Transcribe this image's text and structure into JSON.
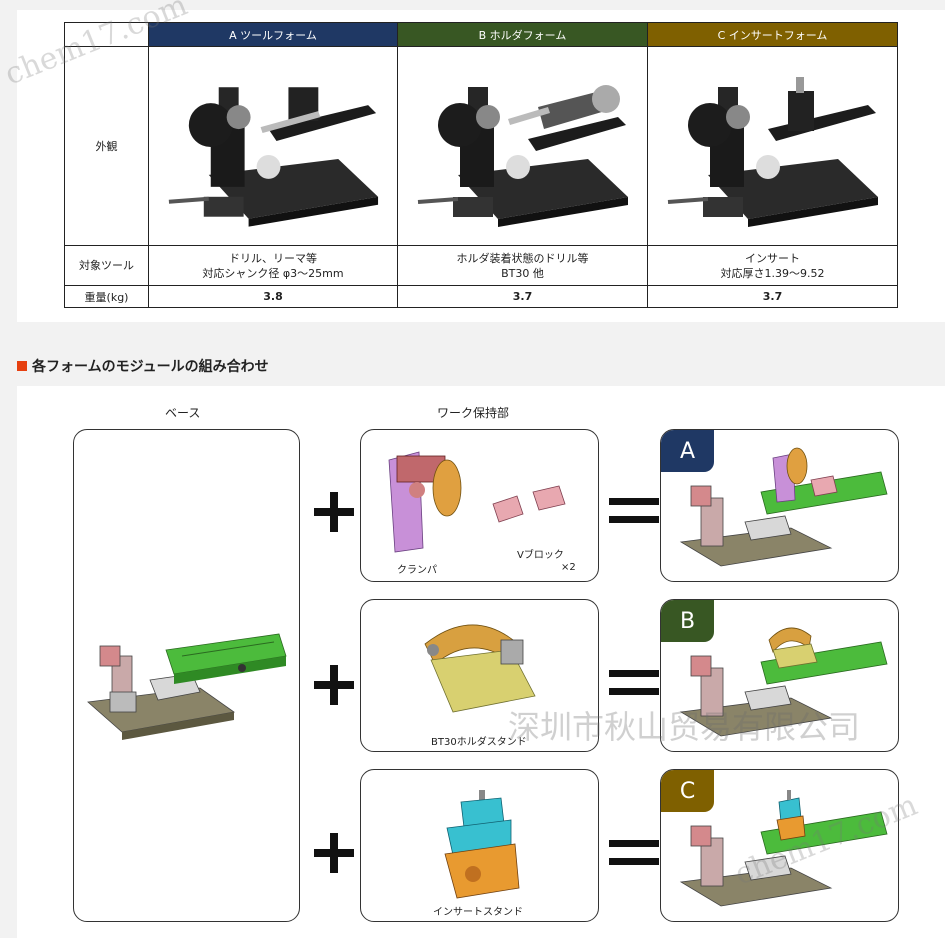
{
  "spec_table": {
    "headers": [
      "A ツールフォーム",
      "B ホルダフォーム",
      "C インサートフォーム"
    ],
    "row_labels": {
      "appearance": "外観",
      "target_tool": "対象ツール",
      "weight": "重量(kg)"
    },
    "target_tool": [
      [
        "ドリル、リーマ等",
        "対応シャンク径 φ3～25mm"
      ],
      [
        "ホルダ装着状態のドリル等",
        "BT30 他"
      ],
      [
        "インサート",
        "対応厚さ1.39～9.52"
      ]
    ],
    "weight": [
      "3.8",
      "3.7",
      "3.7"
    ]
  },
  "section_title": "各フォームのモジュールの組み合わせ",
  "modules": {
    "base_label": "ベース",
    "work_holder_label": "ワーク保持部",
    "clamper": "クランパ",
    "vblock": "Vブロック",
    "vblock_qty": "×2",
    "bt30_stand": "BT30ホルダスタンド",
    "insert_stand": "インサートスタンド",
    "results": [
      "A",
      "B",
      "C"
    ]
  },
  "watermarks": {
    "company": "深圳市秋山贸易有限公司",
    "site": "chem17.com"
  },
  "colors": {
    "form_a": "#1f3864",
    "form_b": "#385723",
    "form_c": "#7f6000",
    "section_marker": "#e64010",
    "rail_green": "#4cbb3c",
    "clamp_pink": "#d4898c",
    "clamper_purple": "#c890d8",
    "holder_yellow": "#d8d070",
    "insert_cyan": "#38c0d0",
    "insert_orange": "#e89a30"
  }
}
